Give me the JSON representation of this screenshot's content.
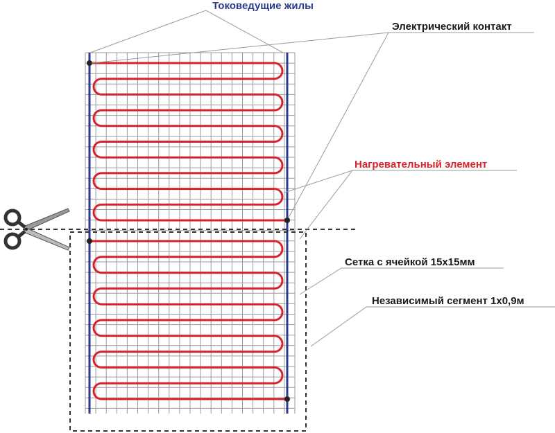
{
  "labels": {
    "busbars": "Токоведущие жилы",
    "contact": "Электрический контакт",
    "heater": "Нагревательный элемент",
    "mesh": "Сетка с ячейкой 15x15мм",
    "segment": "Независимый сегмент 1x0,9м"
  },
  "icons": {
    "cut": "scissors-icon"
  },
  "colors": {
    "busbar": "#2a3a8c",
    "heater": "#d8222a",
    "grid": "#9a9a9a",
    "label_blue": "#2a3a8c",
    "label_red": "#d8222a",
    "label_dark": "#1a1a1a"
  }
}
